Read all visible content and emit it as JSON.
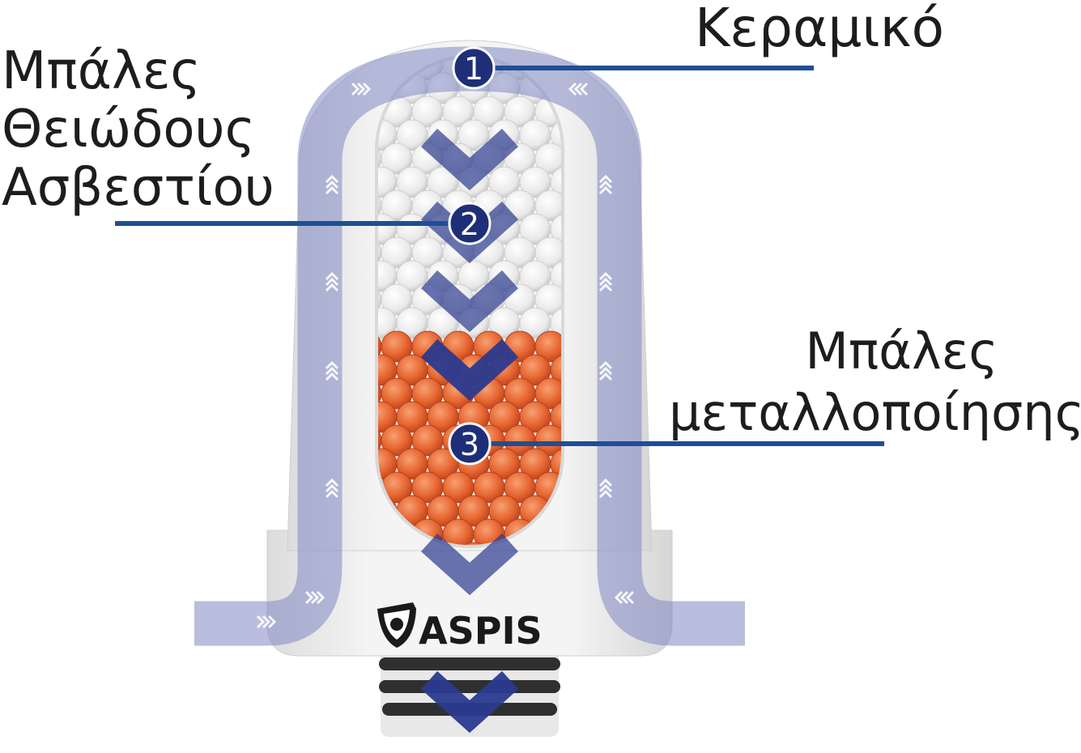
{
  "labels": {
    "ceramic": "Κεραμικό",
    "calcium_lines": [
      "Μπάλες",
      "Θειώδους",
      "Ασβεστίου"
    ],
    "metal_lines": [
      "Μπάλες",
      "μεταλλοποίησης"
    ]
  },
  "markers": [
    "1",
    "2",
    "3"
  ],
  "brand": {
    "name": "ASPIS"
  },
  "colors": {
    "callout_line": "#1f4e95",
    "marker_fill": "#1e2f78",
    "flow": "#7f87c2",
    "chevron": "#2b3a8f",
    "orange_media": "#e2572a",
    "white_media": "#f2f2f2"
  },
  "icons": [
    "shield-logo-icon",
    "flow-arrow-icon",
    "chevron-down-icon"
  ]
}
